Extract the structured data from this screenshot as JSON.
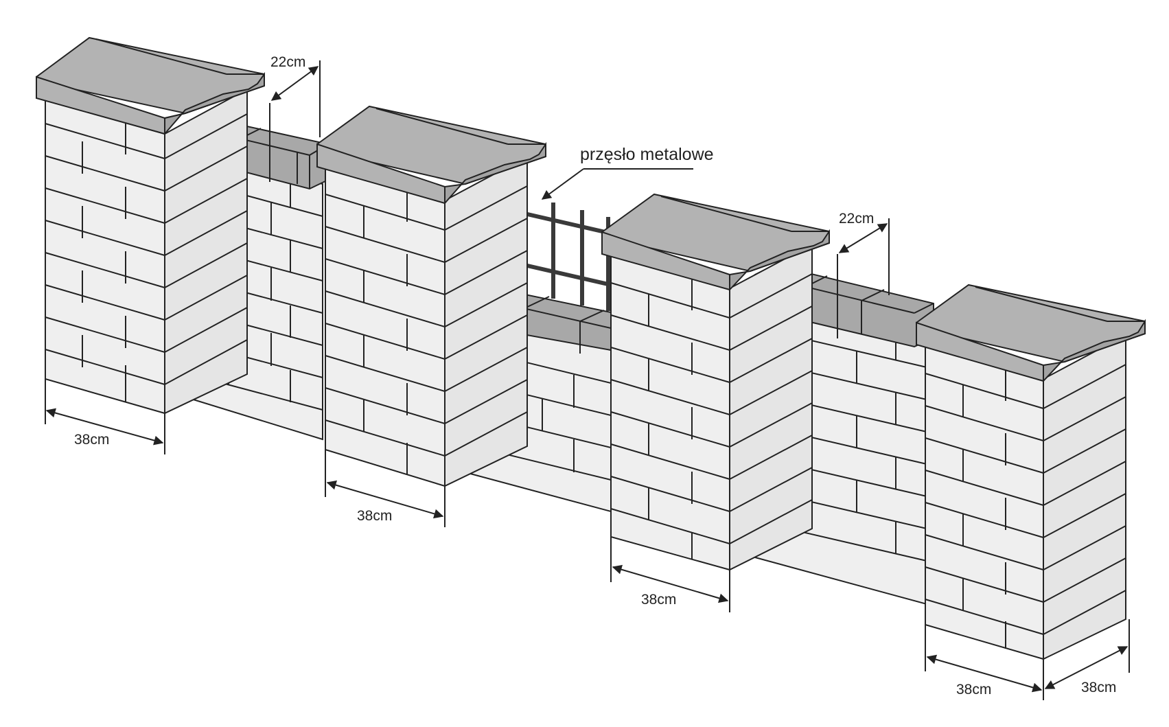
{
  "colors": {
    "cap": "#b3b3b3",
    "cap_front": "#a3a3a3",
    "coping": "#a8a8a8",
    "brick_front": "#efefef",
    "brick_side": "#e5e5e5",
    "line": "#222222",
    "metal": "#3a3a3a",
    "background": "#ffffff"
  },
  "callout": {
    "label": "przęsło metalowe"
  },
  "dimensions": {
    "pillar1_width": "38cm",
    "wall1_depth": "22cm",
    "pillar2_width": "38cm",
    "pillar3_width": "38cm",
    "wall2_depth": "22cm",
    "pillar4_width": "38cm",
    "pillar4_depth": "38cm"
  },
  "icons": {
    "arrow": "arrowhead-icon"
  }
}
